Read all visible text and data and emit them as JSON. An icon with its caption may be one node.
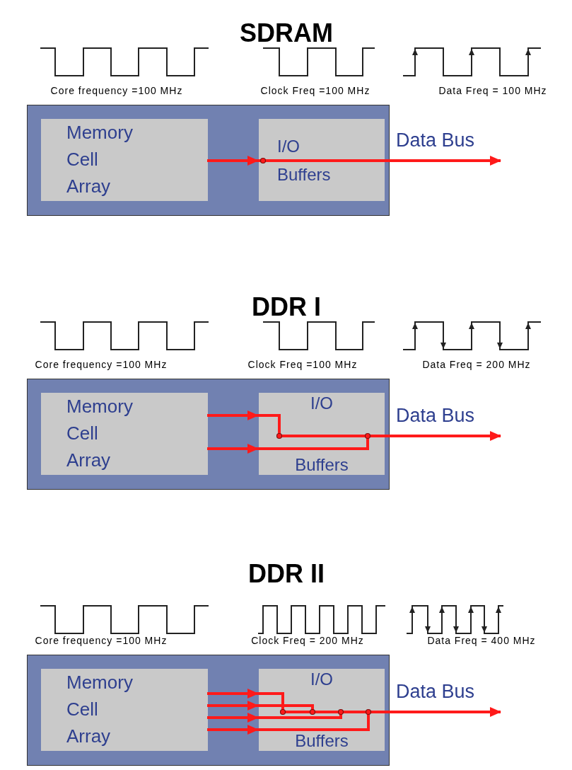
{
  "diagram": {
    "nodes": [
      {
        "text": [],
        "shape": "box"
      },
      {
        "text": [
          "Memory Cell Array"
        ],
        "in": 0
      },
      {
        "text": [
          "I/O",
          "Buffers"
        ],
        "in": 0
      },
      {
        "text": [],
        "shape": "box"
      },
      {
        "text": [
          "Memory Cell Array"
        ],
        "in": 3
      },
      {
        "text": [
          "I/O",
          "Buffers"
        ],
        "in": 3
      },
      {
        "text": [],
        "shape": "box"
      },
      {
        "text": [
          "Memory Cell Array"
        ],
        "in": 6
      },
      {
        "text": [
          "I/O",
          "Buffers"
        ],
        "in": 6
      }
    ],
    "edges": [
      {
        "from": 1,
        "to": 2,
        "arrow": "to"
      },
      {
        "from": 2,
        "to": null,
        "arrow": "to",
        "label": "Data Bus"
      },
      {
        "from": 4,
        "to": 5,
        "arrow": "to"
      },
      {
        "from": 4,
        "to": 5,
        "arrow": "to"
      },
      {
        "from": 5,
        "to": null,
        "arrow": "to",
        "label": "Data Bus"
      },
      {
        "from": 7,
        "to": 8,
        "arrow": "to"
      },
      {
        "from": 7,
        "to": 8,
        "arrow": "to"
      },
      {
        "from": 7,
        "to": 8,
        "arrow": "to"
      },
      {
        "from": 7,
        "to": 8,
        "arrow": "to"
      },
      {
        "from": 8,
        "to": null,
        "arrow": "to",
        "label": "Data Bus"
      }
    ],
    "labels": [
      "SDRAM",
      "Core frequency =100 MHz",
      "Clock Freq =100 MHz",
      "Data Freq = 100 MHz",
      "DDR I",
      "Core frequency =100 MHz",
      "Clock Freq =100 MHz",
      "Data Freq = 200 MHz",
      "DDR II",
      "Core frequency =100 MHz",
      "Clock Freq = 200 MHz",
      "Data Freq = 400 MHz"
    ]
  }
}
